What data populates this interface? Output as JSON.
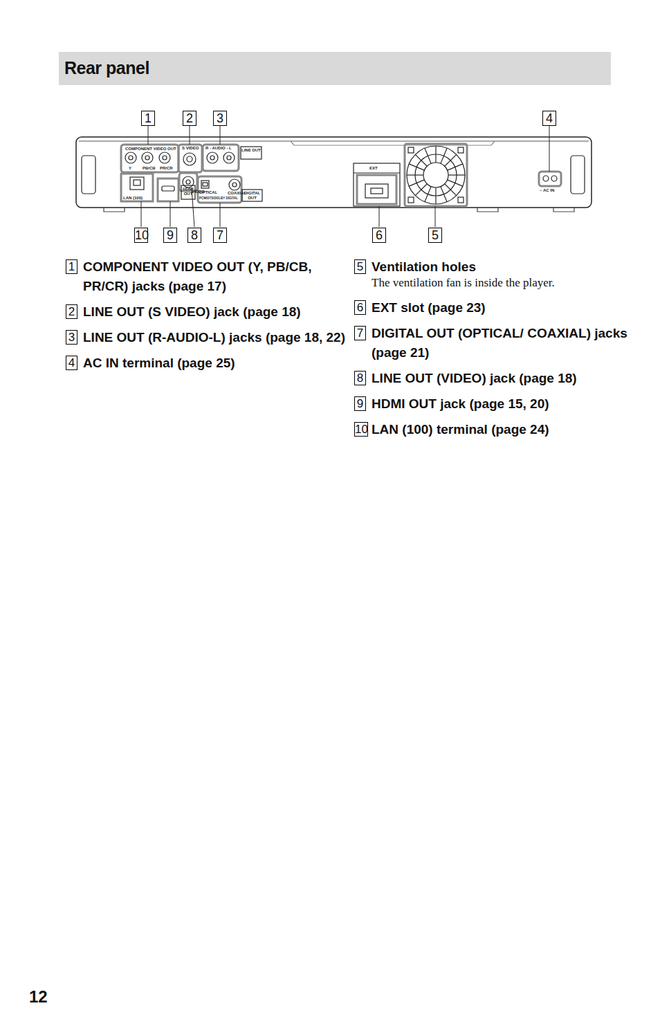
{
  "diagram": {
    "title": "Rear panel",
    "nodes": [
      {
        "text": [
          "1"
        ]
      },
      {
        "text": [
          "2"
        ]
      },
      {
        "text": [
          "3"
        ]
      },
      {
        "text": [
          "4"
        ]
      },
      {
        "text": [
          "10"
        ]
      },
      {
        "text": [
          "9"
        ]
      },
      {
        "text": [
          "8"
        ]
      },
      {
        "text": [
          "7"
        ]
      },
      {
        "text": [
          "6"
        ]
      },
      {
        "text": [
          "5"
        ]
      },
      {
        "text": [
          "1"
        ]
      },
      {
        "text": [
          "2"
        ]
      },
      {
        "text": [
          "3"
        ]
      },
      {
        "text": [
          "4"
        ]
      },
      {
        "text": [
          "5"
        ]
      },
      {
        "text": [
          "6"
        ]
      },
      {
        "text": [
          "7"
        ]
      },
      {
        "text": [
          "8"
        ]
      },
      {
        "text": [
          "9"
        ]
      },
      {
        "text": [
          "10"
        ]
      }
    ],
    "labels": [
      "COMPONENT VIDEO OUT",
      "Y",
      "PB/CB",
      "PR/CR",
      "S VIDEO",
      "R - AUDIO - L",
      "LINE OUT",
      "VIDEO",
      "LAN (100)",
      "HDMI OUT",
      "OPTICAL",
      "COAXIAL",
      "PCM/DTS/DOLBY DIGITAL",
      "DIGITAL OUT",
      "EXT",
      "~ AC IN",
      "COMPONENT VIDEO OUT (Y, PB/CB, PR/CR) jacks (page 17)",
      "LINE OUT (S VIDEO) jack (page 18)",
      "LINE OUT (R-AUDIO-L) jacks (page 18, 22)",
      "AC IN terminal (page 25)",
      "Ventilation holes",
      "EXT slot (page 23)",
      "DIGITAL OUT (OPTICAL/ COAXIAL) jacks (page 21)",
      "LINE OUT (VIDEO) jack (page 18)",
      "HDMI OUT jack (page 15, 20)",
      "LAN (100) terminal (page 24)",
      "The ventilation fan is inside the player.",
      "12"
    ]
  }
}
